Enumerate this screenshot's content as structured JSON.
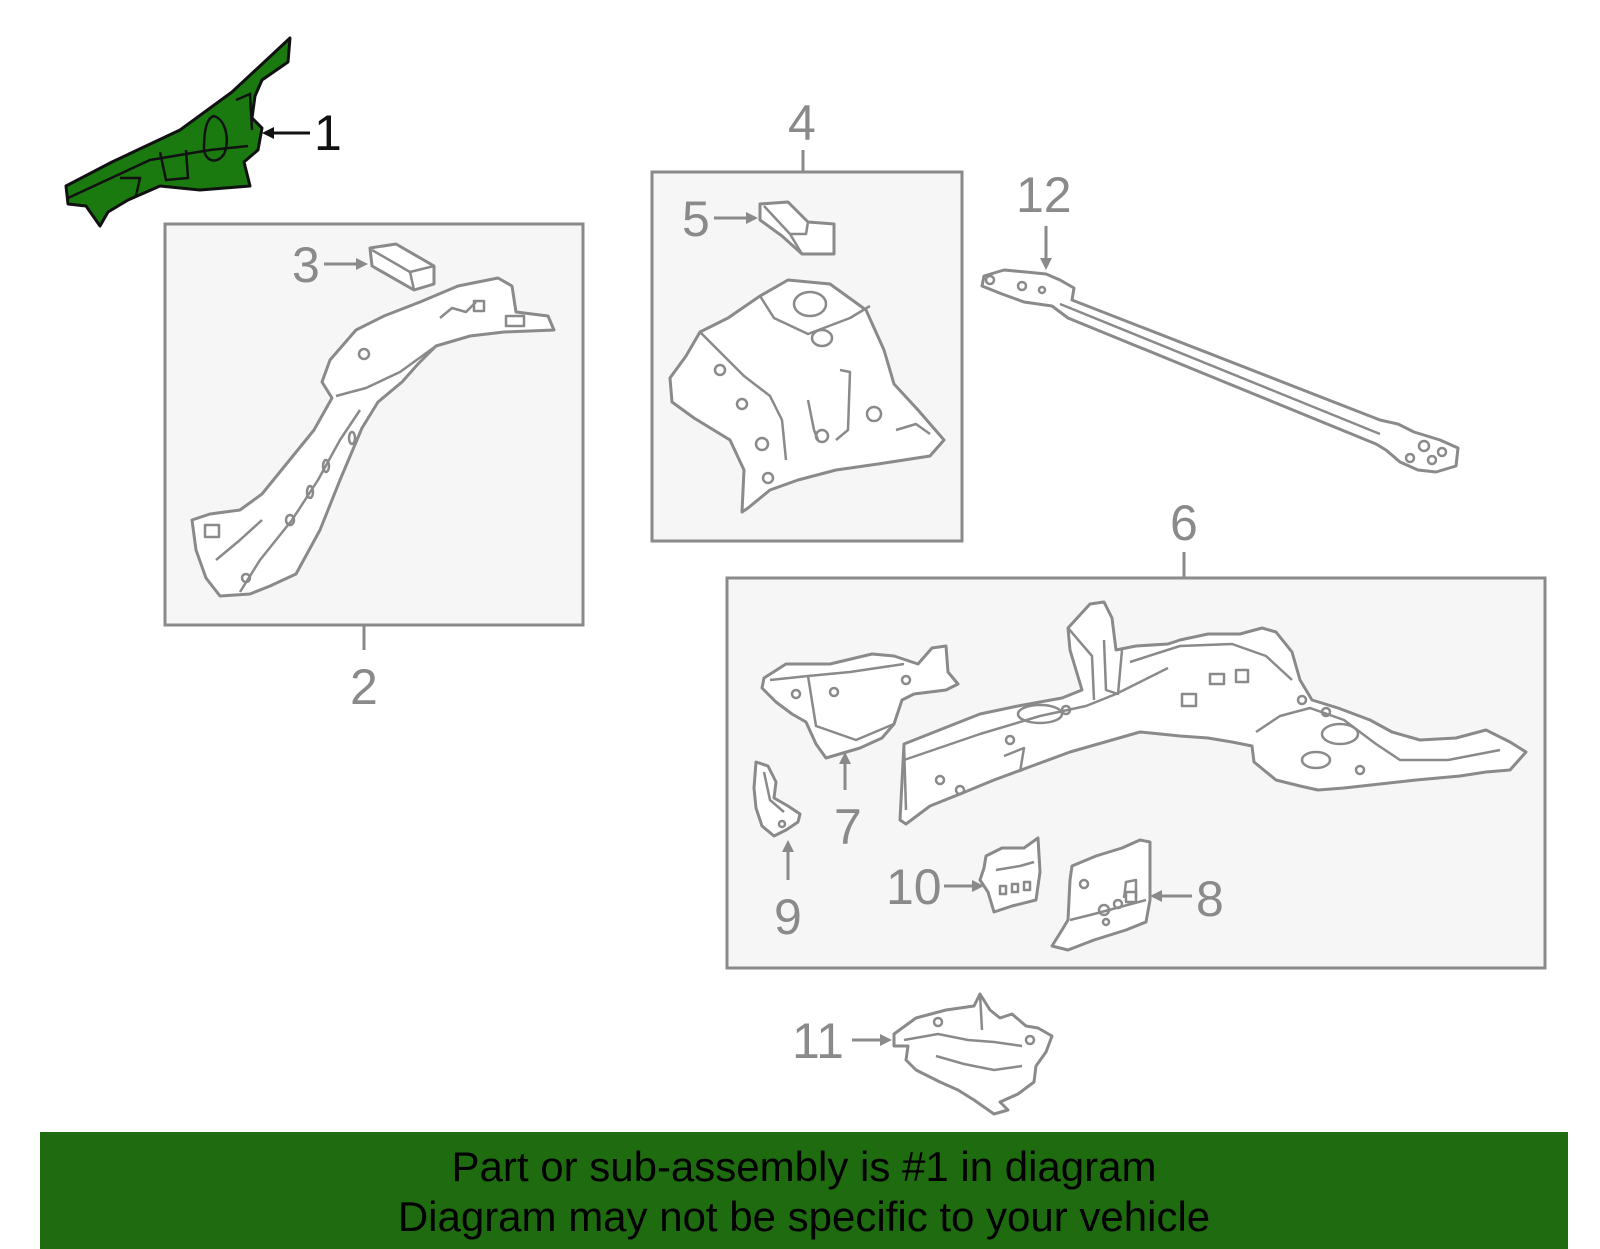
{
  "callouts": {
    "c1": "1",
    "c2": "2",
    "c3": "3",
    "c4": "4",
    "c5": "5",
    "c6": "6",
    "c7": "7",
    "c8": "8",
    "c9": "9",
    "c10": "10",
    "c11": "11",
    "c12": "12"
  },
  "highlighted_part": "1",
  "colors": {
    "highlight": "#1a7a10",
    "banner": "#1e6b10",
    "line": "#8a8a8a",
    "box_fill": "#f6f6f6"
  },
  "banner": {
    "line1": "Part or sub-assembly is #1 in diagram",
    "line2": "Diagram may not be specific to your vehicle"
  }
}
